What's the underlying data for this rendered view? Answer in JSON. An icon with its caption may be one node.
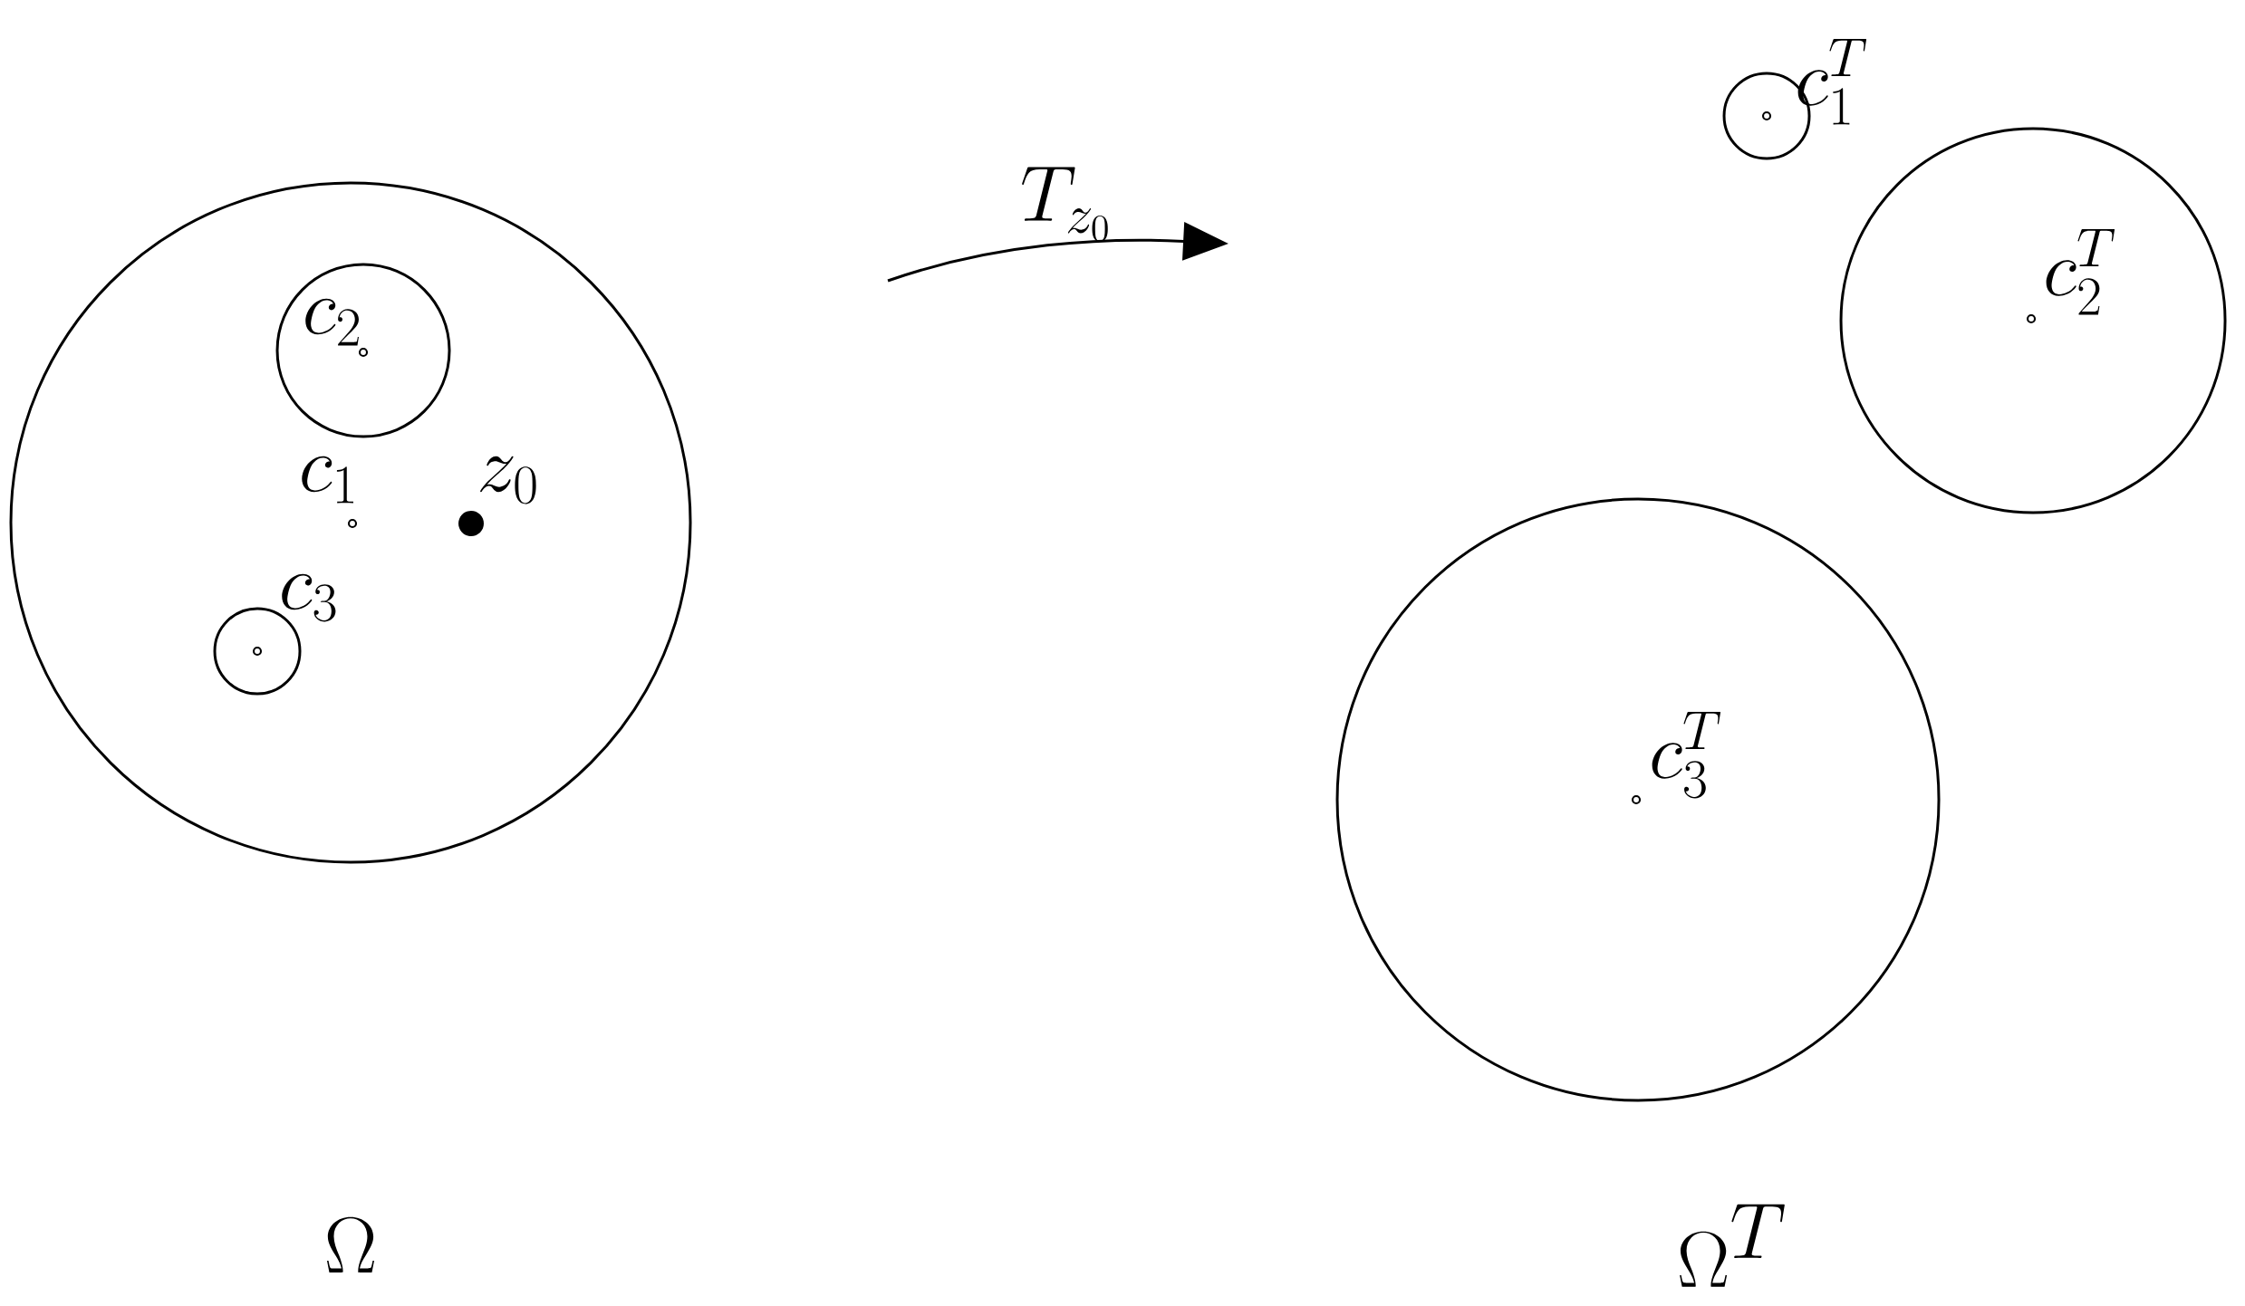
{
  "diagram": {
    "nodes": [
      {
        "text": [
          "c_1"
        ]
      },
      {
        "text": [
          "c_2"
        ],
        "in": 0
      },
      {
        "text": [
          "c_3"
        ],
        "in": 0
      },
      {
        "text": [
          "c_1^T"
        ]
      },
      {
        "text": [
          "c_2^T"
        ]
      },
      {
        "text": [
          "c_3^T"
        ]
      }
    ],
    "labels": [
      "T_{z_0}",
      "z_0",
      "\\Omega",
      "\\Omega^T"
    ]
  }
}
